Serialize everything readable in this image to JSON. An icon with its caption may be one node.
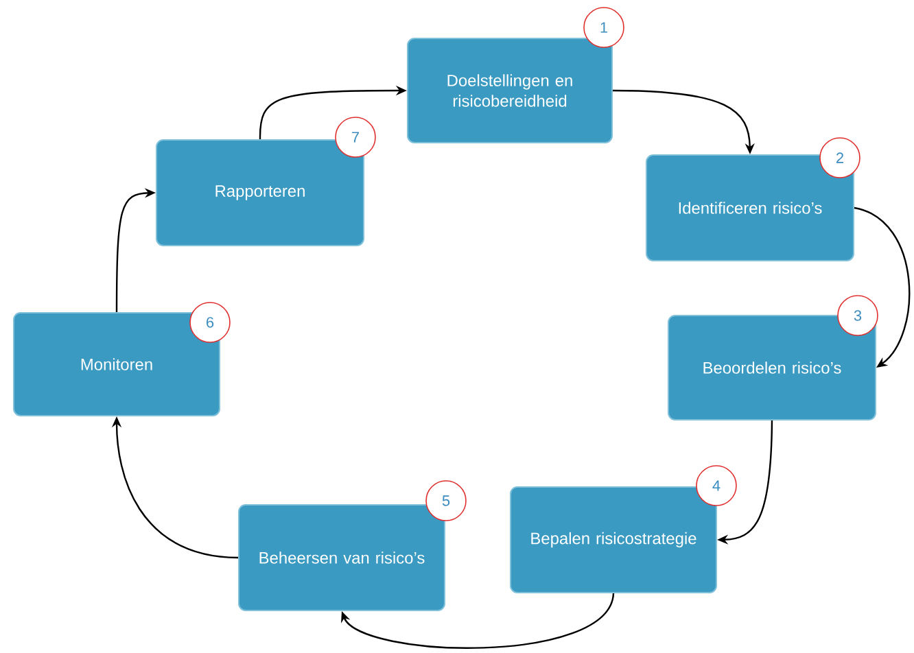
{
  "diagram": {
    "nodes": [
      {
        "text": [
          "Doelstellingen en risicobereidheid"
        ]
      },
      {
        "text": [
          "1"
        ]
      },
      {
        "text": [
          "Identificeren risico’s"
        ]
      },
      {
        "text": [
          "2"
        ]
      },
      {
        "text": [
          "Beoordelen risico’s"
        ]
      },
      {
        "text": [
          "3"
        ]
      },
      {
        "text": [
          "Bepalen risicostrategie"
        ]
      },
      {
        "text": [
          "4"
        ]
      },
      {
        "text": [
          "Beheersen van risico’s"
        ]
      },
      {
        "text": [
          "5"
        ]
      },
      {
        "text": [
          "Monitoren"
        ]
      },
      {
        "text": [
          "6"
        ]
      },
      {
        "text": [
          "Rapporteren"
        ]
      },
      {
        "text": [
          "7"
        ]
      }
    ],
    "edges": [
      {
        "from": 0,
        "to": 2,
        "arrow": "to"
      },
      {
        "from": 2,
        "to": 4,
        "arrow": "to"
      },
      {
        "from": 4,
        "to": 6,
        "arrow": "to"
      },
      {
        "from": 6,
        "to": 8,
        "arrow": "to"
      },
      {
        "from": 8,
        "to": 10,
        "arrow": "to"
      },
      {
        "from": 10,
        "to": 12,
        "arrow": "to"
      },
      {
        "from": 12,
        "to": 0,
        "arrow": "to"
      }
    ]
  }
}
